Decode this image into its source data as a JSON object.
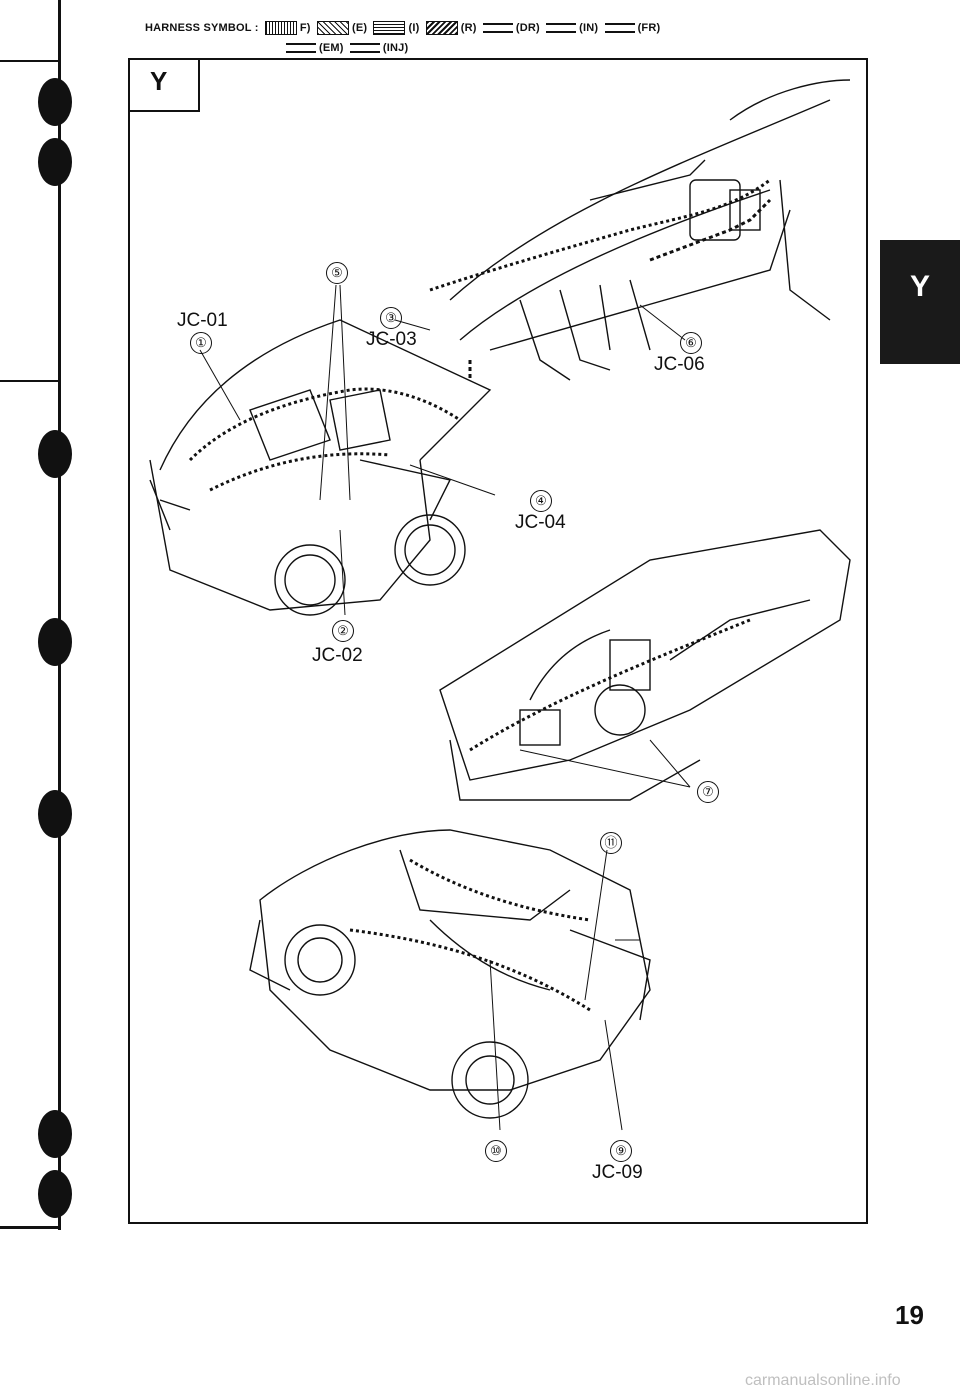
{
  "header": {
    "title": "HARNESS SYMBOL :",
    "row1": [
      {
        "code": "F)",
        "pattern": "dots"
      },
      {
        "code": "(E)",
        "pattern": "diag"
      },
      {
        "code": "(I)",
        "pattern": "horiz"
      },
      {
        "code": "(R)",
        "pattern": "hatch"
      },
      {
        "code": "(DR)",
        "pattern": "plus-line"
      },
      {
        "code": "(IN)",
        "pattern": "dot-line"
      },
      {
        "code": "(FR)",
        "pattern": "star-line"
      }
    ],
    "row2": [
      {
        "code": "(EM)",
        "pattern": "diamond-line"
      },
      {
        "code": "(INJ)",
        "pattern": "zigzag-line"
      }
    ]
  },
  "section": {
    "label": "Y"
  },
  "side_tab": {
    "label": "Y"
  },
  "callouts": [
    {
      "id": "jc01",
      "number": "①",
      "code": "JC-01"
    },
    {
      "id": "jc02",
      "number": "②",
      "code": "JC-02"
    },
    {
      "id": "jc03",
      "number": "③",
      "code": "JC-03"
    },
    {
      "id": "jc04",
      "number": "④",
      "code": "JC-04"
    },
    {
      "id": "c5",
      "number": "⑤",
      "code": ""
    },
    {
      "id": "jc06",
      "number": "⑥",
      "code": "JC-06"
    },
    {
      "id": "c7",
      "number": "⑦",
      "code": ""
    },
    {
      "id": "jc09",
      "number": "⑨",
      "code": "JC-09"
    },
    {
      "id": "c10",
      "number": "⑩",
      "code": ""
    },
    {
      "id": "c11",
      "number": "⑪",
      "code": ""
    }
  ],
  "page_number": "19",
  "watermark": "carmanualsonline.info",
  "colors": {
    "ink": "#111111",
    "tab": "#1a1a1a",
    "watermark": "#bfbfbf"
  }
}
